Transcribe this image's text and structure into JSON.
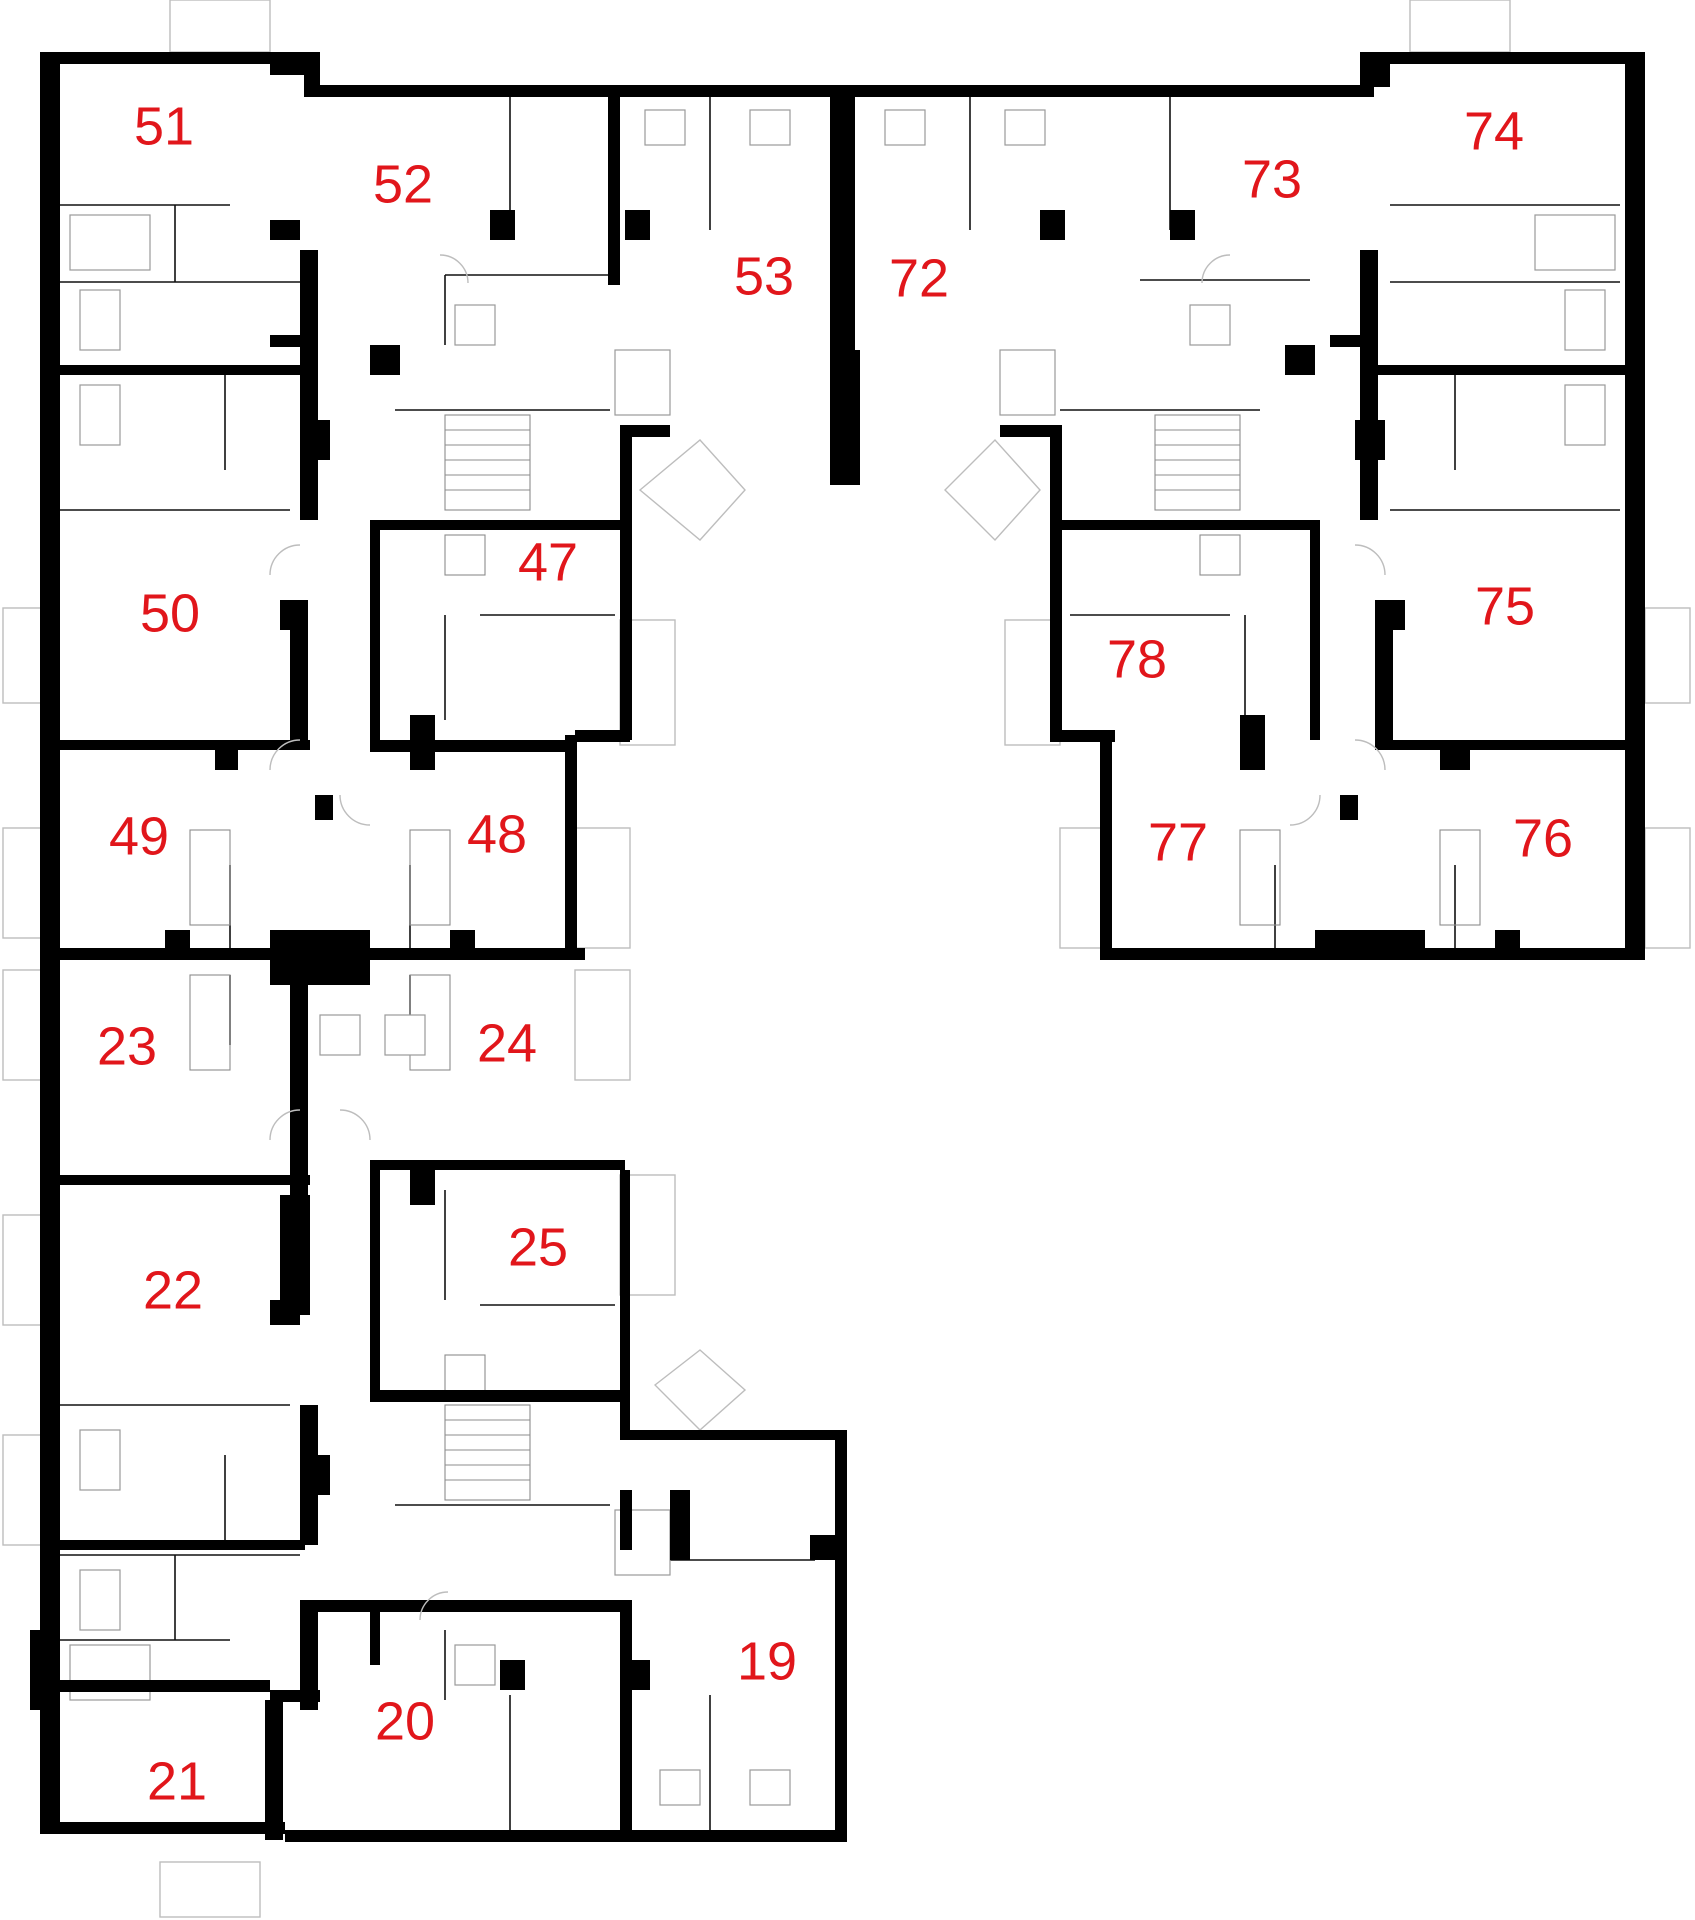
{
  "plan": {
    "label_color": "#e1161b",
    "wall_color": "#000000",
    "apartments": [
      {
        "id": "51",
        "label": "51"
      },
      {
        "id": "52",
        "label": "52"
      },
      {
        "id": "53",
        "label": "53"
      },
      {
        "id": "72",
        "label": "72"
      },
      {
        "id": "73",
        "label": "73"
      },
      {
        "id": "74",
        "label": "74"
      },
      {
        "id": "50",
        "label": "50"
      },
      {
        "id": "47",
        "label": "47"
      },
      {
        "id": "78",
        "label": "78"
      },
      {
        "id": "75",
        "label": "75"
      },
      {
        "id": "49",
        "label": "49"
      },
      {
        "id": "48",
        "label": "48"
      },
      {
        "id": "77",
        "label": "77"
      },
      {
        "id": "76",
        "label": "76"
      },
      {
        "id": "23",
        "label": "23"
      },
      {
        "id": "24",
        "label": "24"
      },
      {
        "id": "22",
        "label": "22"
      },
      {
        "id": "25",
        "label": "25"
      },
      {
        "id": "19",
        "label": "19"
      },
      {
        "id": "20",
        "label": "20"
      },
      {
        "id": "21",
        "label": "21"
      }
    ]
  }
}
